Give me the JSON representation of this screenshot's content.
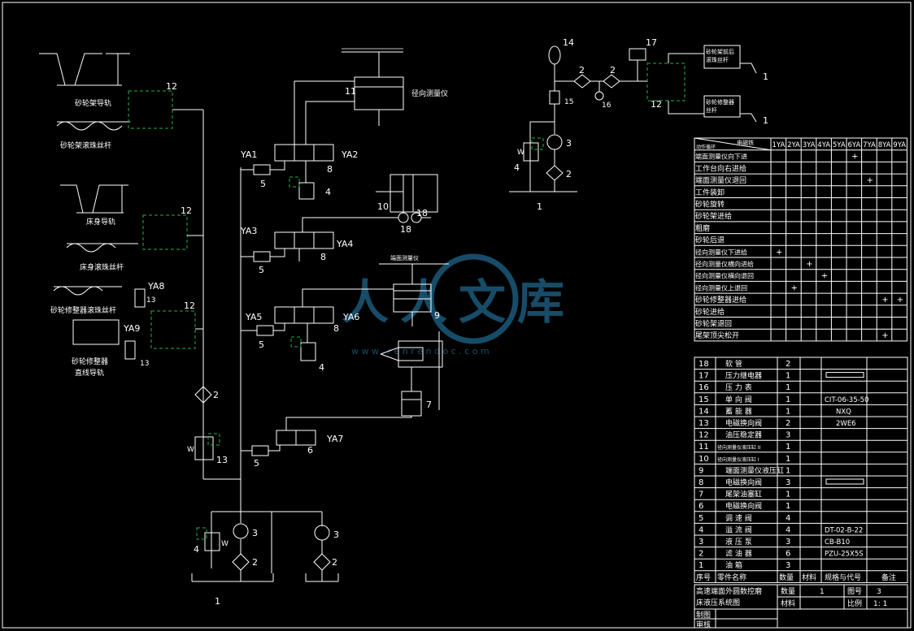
{
  "labels": {
    "grinding_frame_guide": "砂轮架导轨",
    "grinding_frame_screw": "砂轮架滚珠丝杆",
    "bed_guide": "床身导轨",
    "bed_screw": "床身滚珠丝杆",
    "dresser_screw": "砂轮修整器滚珠丝杆",
    "dresser_guide_line1": "砂轮修整器",
    "dresser_guide_line2": "直线导轨",
    "radial_gauge": "径向测量仪",
    "end_face_gauge": "端面测量仪",
    "right_box1_line1": "砂轮架前后",
    "right_box1_line2": "滚珠丝杆",
    "right_box2_line1": "砂轮修整器",
    "right_box2_line2": "丝杆",
    "ya1": "YA1",
    "ya2": "YA2",
    "ya3": "YA3",
    "ya4": "YA4",
    "ya5": "YA5",
    "ya6": "YA6",
    "ya7": "YA7",
    "ya8": "YA8",
    "ya9": "YA9",
    "w": "W",
    "n1": "1",
    "n2": "2",
    "n3": "3",
    "n4": "4",
    "n5": "5",
    "n6": "6",
    "n7": "7",
    "n8": "8",
    "n9": "9",
    "n10": "10",
    "n11": "11",
    "n12": "12",
    "n13": "13",
    "n14": "14",
    "n15": "15",
    "n16": "16",
    "n17": "17",
    "n18": "18",
    "watermark_main": "人人文库",
    "watermark_url": "w w w . r e n r e n d o c . c o m"
  },
  "action_table": {
    "header_corner_top": "电磁铁",
    "header_corner_bottom": "动作循环",
    "columns": [
      "1YA",
      "2YA",
      "3YA",
      "4YA",
      "5YA",
      "6YA",
      "7YA",
      "8YA",
      "9YA"
    ],
    "rows": [
      {
        "name": "端面测量仪向下进",
        "marks": [
          "",
          "",
          "",
          "",
          "",
          "+",
          "",
          "",
          ""
        ]
      },
      {
        "name": "工作台向右进给",
        "marks": [
          "",
          "",
          "",
          "",
          "",
          "",
          "",
          "",
          ""
        ]
      },
      {
        "name": "端面测量仪退回",
        "marks": [
          "",
          "",
          "",
          "",
          "",
          "",
          "+",
          "",
          ""
        ]
      },
      {
        "name": "工件装卸",
        "marks": [
          "",
          "",
          "",
          "",
          "",
          "",
          "",
          "",
          ""
        ]
      },
      {
        "name": "砂轮旋转",
        "marks": [
          "",
          "",
          "",
          "",
          "",
          "",
          "",
          "",
          ""
        ]
      },
      {
        "name": "砂轮架进给",
        "marks": [
          "",
          "",
          "",
          "",
          "",
          "",
          "",
          "",
          ""
        ]
      },
      {
        "name": "粗磨",
        "marks": [
          "",
          "",
          "",
          "",
          "",
          "",
          "",
          "",
          ""
        ]
      },
      {
        "name": "砂轮后退",
        "marks": [
          "",
          "",
          "",
          "",
          "",
          "",
          "",
          "",
          ""
        ]
      },
      {
        "name": "径向测量仪下进给",
        "marks": [
          "+",
          "",
          "",
          "",
          "",
          "",
          "",
          "",
          ""
        ]
      },
      {
        "name": "径向测量仪横向进给",
        "marks": [
          "",
          "",
          "+",
          "",
          "",
          "",
          "",
          "",
          ""
        ]
      },
      {
        "name": "径向测量仪横向退回",
        "marks": [
          "",
          "",
          "",
          "+",
          "",
          "",
          "",
          "",
          ""
        ]
      },
      {
        "name": "径向测量仪上退回",
        "marks": [
          "",
          "+",
          "",
          "",
          "",
          "",
          "",
          "",
          ""
        ]
      },
      {
        "name": "砂轮修整器进给",
        "marks": [
          "",
          "",
          "",
          "",
          "",
          "",
          "",
          "+",
          "+"
        ]
      },
      {
        "name": "砂轮进给",
        "marks": [
          "",
          "",
          "",
          "",
          "",
          "",
          "",
          "",
          ""
        ]
      },
      {
        "name": "砂轮架退回",
        "marks": [
          "",
          "",
          "",
          "",
          "",
          "",
          "",
          "",
          ""
        ]
      },
      {
        "name": "尾架顶尖松开",
        "marks": [
          "",
          "",
          "",
          "",
          "",
          "",
          "",
          "+",
          ""
        ]
      }
    ]
  },
  "parts_list": {
    "rows": [
      {
        "no": "18",
        "name": "软 管",
        "qty": "2",
        "spec": ""
      },
      {
        "no": "17",
        "name": "压力继电器",
        "qty": "1",
        "spec": ""
      },
      {
        "no": "16",
        "name": "压 力 表",
        "qty": "1",
        "spec": ""
      },
      {
        "no": "15",
        "name": "单 向 阀",
        "qty": "1",
        "spec": "CIT-06-35-50"
      },
      {
        "no": "14",
        "name": "蓄 能 器",
        "qty": "1",
        "spec": "NXQ"
      },
      {
        "no": "13",
        "name": "电磁换向阀",
        "qty": "2",
        "spec": "2WE6"
      },
      {
        "no": "12",
        "name": "油压稳定器",
        "qty": "3",
        "spec": ""
      },
      {
        "no": "11",
        "name": "径向测量仪液压缸 II",
        "qty": "1",
        "spec": ""
      },
      {
        "no": "10",
        "name": "径向测量仪液压缸 I",
        "qty": "1",
        "spec": ""
      },
      {
        "no": "9",
        "name": "端面测量仪液压缸",
        "qty": "1",
        "spec": ""
      },
      {
        "no": "8",
        "name": "电磁换向阀",
        "qty": "3",
        "spec": ""
      },
      {
        "no": "7",
        "name": "尾架油塞缸",
        "qty": "1",
        "spec": ""
      },
      {
        "no": "6",
        "name": "电磁换向阀",
        "qty": "1",
        "spec": ""
      },
      {
        "no": "5",
        "name": "调 速 阀",
        "qty": "4",
        "spec": ""
      },
      {
        "no": "4",
        "name": "溢 流 阀",
        "qty": "4",
        "spec": "DT-02-B-22"
      },
      {
        "no": "3",
        "name": "液 压 泵",
        "qty": "3",
        "spec": "CB-B10"
      },
      {
        "no": "2",
        "name": "滤 油 器",
        "qty": "6",
        "spec": "PZU-25X5S"
      },
      {
        "no": "1",
        "name": "油 箱",
        "qty": "3",
        "spec": ""
      }
    ],
    "header": {
      "no": "序号",
      "name": "零件名称",
      "qty": "数量",
      "material": "材料",
      "spec": "规格与代号",
      "remark": "备注"
    }
  },
  "title_block": {
    "title_line1": "高速端面外圆数控磨",
    "title_line2": "床液压系统图",
    "qty_label": "数量",
    "qty_value": "1",
    "drawing_no_label": "图号",
    "drawing_no_value": "3",
    "material_label": "材料",
    "scale_label": "比例",
    "scale_value": "1: 1",
    "drawn_label": "制图",
    "checked_label": "审核"
  }
}
